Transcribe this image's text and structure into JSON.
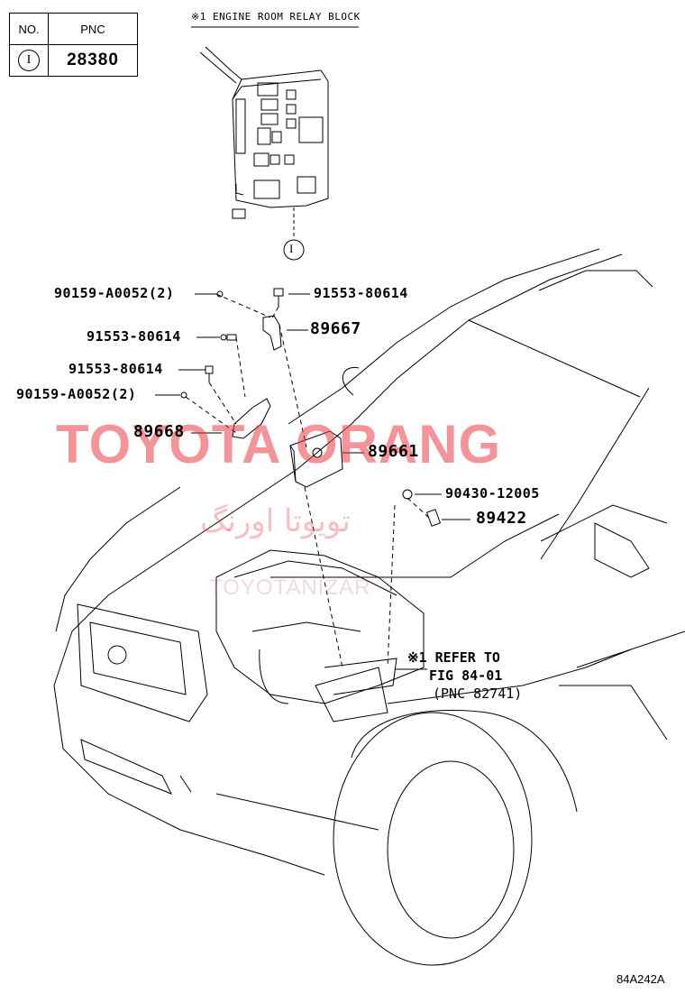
{
  "header_table": {
    "col_no": "NO.",
    "col_pnc": "PNC",
    "row_no": "I",
    "row_pnc": "28380"
  },
  "relay_block_caption": "※1 ENGINE ROOM RELAY BLOCK",
  "relay_callout": "I",
  "parts": {
    "p1": "90159-A0052(2)",
    "p2": "91553-80614",
    "p3": "91553-80614",
    "p4": "89667",
    "p5": "91553-80614",
    "p6": "90159-A0052(2)",
    "p7": "89668",
    "p8": "89661",
    "p9": "90430-12005",
    "p10": "89422"
  },
  "refer": {
    "line1": "※1 REFER TO",
    "line2": "FIG 84-01",
    "line3": "(PNC 82741)"
  },
  "watermark": {
    "main": "TOYOTA ORANG",
    "persian": "تویوتا اورنگ",
    "sub": "TOYOTANIZAR"
  },
  "figure_code": "84A242A"
}
